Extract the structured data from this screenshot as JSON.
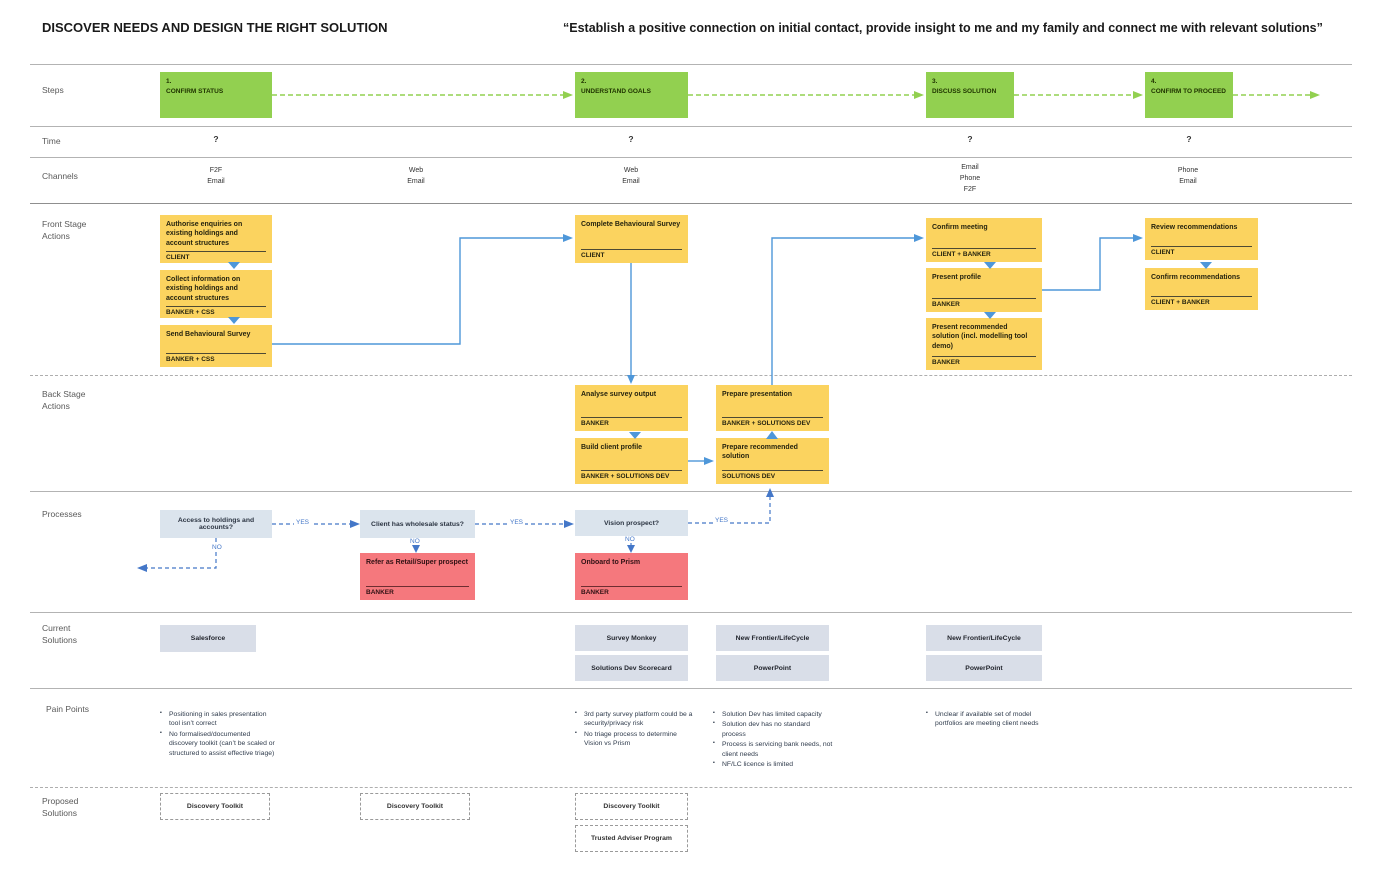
{
  "header": {
    "title": "DISCOVER NEEDS AND DESIGN THE RIGHT SOLUTION",
    "quote": "“Establish a positive connection on initial contact, provide insight to me and my family and connect me with relevant solutions”"
  },
  "row_labels": {
    "steps": "Steps",
    "time": "Time",
    "channels": "Channels",
    "front_stage": "Front Stage\nActions",
    "back_stage": "Back Stage\nActions",
    "processes": "Processes",
    "current_solutions": "Current\nSolutions",
    "pain_points": "Pain Points",
    "proposed_solutions": "Proposed\nSolutions"
  },
  "steps": [
    {
      "num": "1.",
      "label": "CONFIRM STATUS"
    },
    {
      "num": "2.",
      "label": "UNDERSTAND GOALS"
    },
    {
      "num": "3.",
      "label": "DISCUSS SOLUTION"
    },
    {
      "num": "4.",
      "label": "CONFIRM TO PROCEED"
    }
  ],
  "time": {
    "t1": "?",
    "t2": "?",
    "t3": "?",
    "t4": "?"
  },
  "channels": {
    "c1": "F2F\nEmail",
    "c2": "Web\nEmail",
    "c3": "Web\nEmail",
    "c4": "Email\nPhone\nF2F",
    "c5": "Phone\nEmail"
  },
  "front_stage": {
    "a1": {
      "action": "Authorise enquiries on existing holdings and account structures",
      "role": "CLIENT"
    },
    "a2": {
      "action": "Collect information on existing holdings and account structures",
      "role": "BANKER + CSS"
    },
    "a3": {
      "action": "Send Behavioural Survey",
      "role": "BANKER + CSS"
    },
    "c1": {
      "action": "Complete Behavioural Survey",
      "role": "CLIENT"
    },
    "e1": {
      "action": "Confirm meeting",
      "role": "CLIENT + BANKER"
    },
    "e2": {
      "action": "Present profile",
      "role": "BANKER"
    },
    "e3": {
      "action": "Present recommended solution (incl. modelling tool demo)",
      "role": "BANKER"
    },
    "f1": {
      "action": "Review recommendations",
      "role": "CLIENT"
    },
    "f2": {
      "action": "Confirm recommendations",
      "role": "CLIENT + BANKER"
    }
  },
  "back_stage": {
    "b1": {
      "action": "Analyse survey output",
      "role": "BANKER"
    },
    "b2": {
      "action": "Build client profile",
      "role": "BANKER + SOLUTIONS DEV"
    },
    "b3": {
      "action": "Prepare presentation",
      "role": "BANKER + SOLUTIONS DEV"
    },
    "b4": {
      "action": "Prepare recommended solution",
      "role": "SOLUTIONS DEV"
    }
  },
  "processes": {
    "q1": "Access to holdings and accounts?",
    "q2": "Client has wholesale status?",
    "q3": "Vision prospect?",
    "r1": {
      "action": "Refer as Retail/Super prospect",
      "role": "BANKER"
    },
    "r2": {
      "action": "Onboard to Prism",
      "role": "BANKER"
    },
    "labels": {
      "yes1": "YES",
      "yes2": "YES",
      "yes3": "YES",
      "no1": "NO",
      "no2": "NO",
      "no3": "NO"
    }
  },
  "current_solutions": {
    "s1": "Salesforce",
    "s2": "Survey Monkey",
    "s3": "Solutions Dev Scorecard",
    "s4": "New Frontier/LifeCycle",
    "s5": "PowerPoint",
    "s6": "New Frontier/LifeCycle",
    "s7": "PowerPoint"
  },
  "pain_points": {
    "col1": [
      "Positioning in sales presentation tool isn’t correct",
      "No formalised/documented discovery toolkit (can’t be scaled or structured to assist effective triage)"
    ],
    "col2": [
      "3rd party survey platform could be a security/privacy risk",
      "No triage process to determine Vision vs Prism"
    ],
    "col3": [
      "Solution Dev has limited capacity",
      "Solution dev has no standard process",
      "Process is servicing bank needs, not client needs",
      "NF/LC licence is limited"
    ],
    "col4": [
      "Unclear if available set of model portfolios are meeting client needs"
    ]
  },
  "proposed_solutions": {
    "d1": "Discovery Toolkit",
    "d2": "Discovery Toolkit",
    "d3": "Discovery Toolkit",
    "d4": "Trusted Adviser Program"
  },
  "colors": {
    "step_green": "#92D050",
    "action_yellow": "#FBD35F",
    "risk_red": "#F5787D",
    "process_box": "#DBE4ED",
    "solution_gray": "#D9DEE8",
    "connector_blue": "#4E97D9",
    "flow_blue": "#4477C8"
  }
}
